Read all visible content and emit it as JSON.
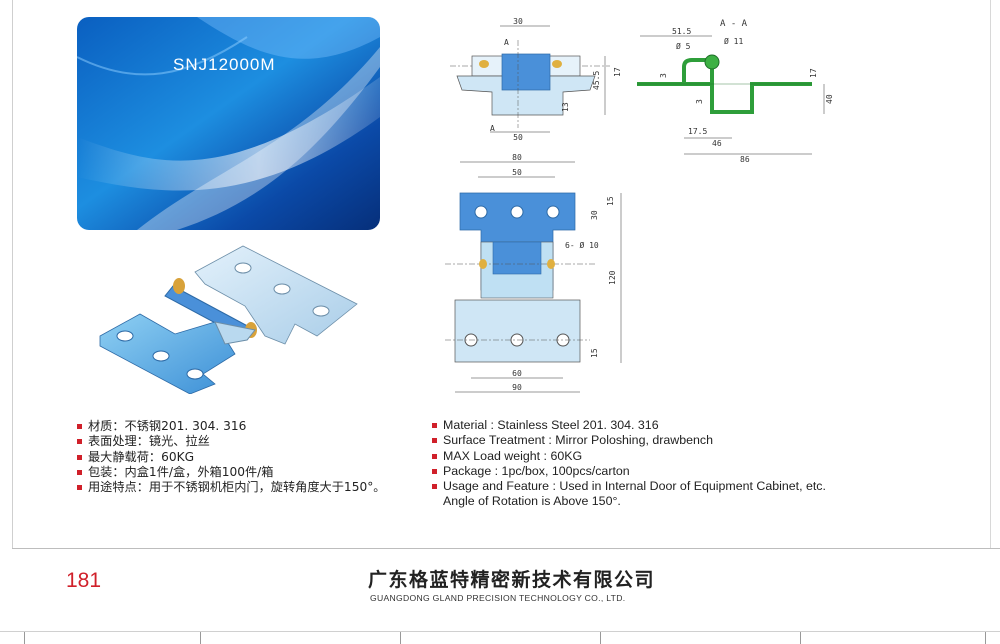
{
  "banner": {
    "model": "SNJ12000M"
  },
  "drawing_labels": {
    "top_view_width": "30",
    "section_marker": "A",
    "section_marker_bottom": "A",
    "height_45": "45.5",
    "height_13": "13",
    "width_50_top": "50",
    "section_title": "A - A",
    "d_51_5": "51.5",
    "d_phi5": "Ø 5",
    "d_phi11": "Ø 11",
    "d_17_left": "17",
    "d_3_a": "3",
    "d_3_b": "3",
    "d_17_right": "17",
    "d_40": "40",
    "d_17_5": "17.5",
    "d_46": "46",
    "d_86": "86",
    "front_80": "80",
    "front_50": "50",
    "front_15_top": "15",
    "front_30": "30",
    "holes": "6- Ø 10",
    "front_120": "120",
    "front_15_bottom": "15",
    "front_60": "60",
    "front_90": "90"
  },
  "specs_cn": [
    "材质：不锈钢201. 304. 316",
    "表面处理：镜光、拉丝",
    "最大静载荷：60KG",
    "包装：内盒1件/盒，外箱100件/箱",
    "用途特点：用于不锈钢机柜内门，旋转角度大于150°。"
  ],
  "specs_en": [
    "Material : Stainless Steel 201. 304. 316",
    "Surface Treatment : Mirror Poloshing, drawbench",
    "MAX Load weight : 60KG",
    "Package : 1pc/box,  100pcs/carton",
    "Usage and Feature : Used in Internal Door of Equipment Cabinet, etc."
  ],
  "specs_en_cont": "Angle of Rotation is Above 150°.",
  "footer": {
    "page_number": "181",
    "company_cn": "广东格蓝特精密新技术有限公司",
    "company_en": "GUANGDONG GLAND PRECISION TECHNOLOGY CO., LTD."
  },
  "colors": {
    "accent": "#d0202a",
    "part_blue": "#4a90d9",
    "section_green": "#3cb043"
  }
}
